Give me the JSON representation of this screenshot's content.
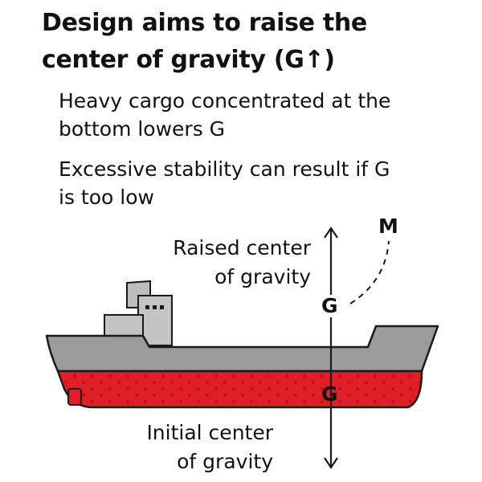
{
  "title": {
    "line1": "Design aims to raise the",
    "line2": "center of gravity (G↑)"
  },
  "bullets": [
    {
      "line1": "Heavy cargo concentrated at the",
      "line2": "bottom lowers G"
    },
    {
      "line1": "Excessive stability can result if G",
      "line2": "is too low"
    }
  ],
  "labels": {
    "raised": {
      "line1": "Raised center",
      "line2": "of gravity"
    },
    "initial": {
      "line1": "Initial center",
      "line2": "of gravity"
    },
    "g_raised": "G",
    "g_initial": "G",
    "metacenter": "M"
  },
  "colors": {
    "hull_upper": "#9b9b9b",
    "cargo_red": "#e01e26",
    "superstructure": "#c4c4c4",
    "outline": "#1a1a1a"
  }
}
